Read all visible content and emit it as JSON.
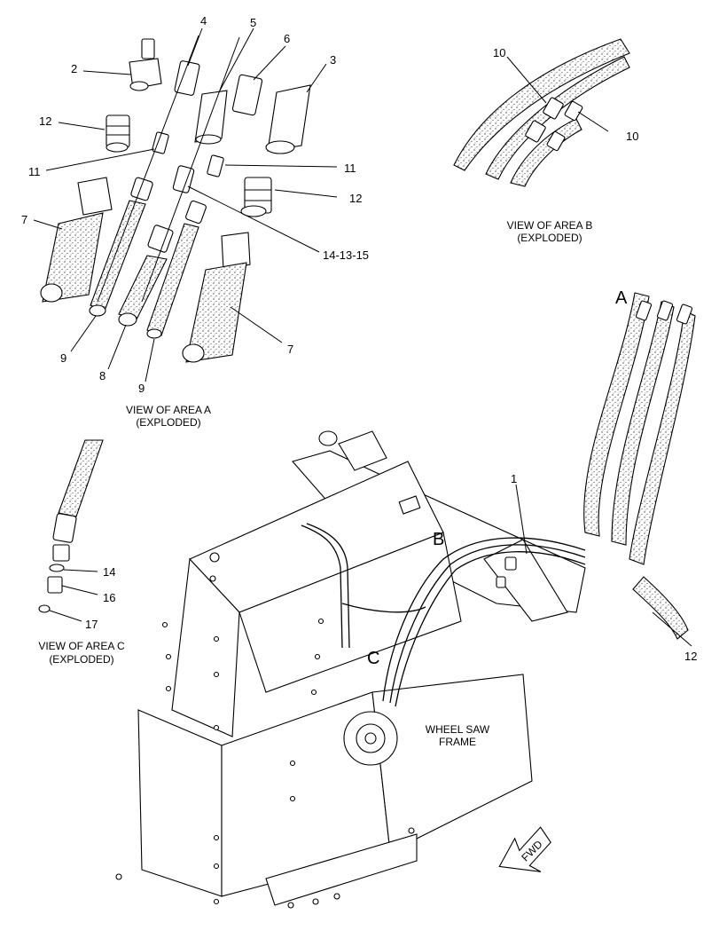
{
  "callouts": {
    "a2": "2",
    "a12a": "12",
    "a11a": "11",
    "a7a": "7",
    "a9a": "9",
    "a8": "8",
    "a9b": "9",
    "a4": "4",
    "a5": "5",
    "a6": "6",
    "a3": "3",
    "a11b": "11",
    "a12b": "12",
    "a141315": "14-13-15",
    "a7b": "7",
    "b10a": "10",
    "b10b": "10",
    "c14": "14",
    "c16": "16",
    "c17": "17",
    "m1": "1",
    "m12": "12"
  },
  "captions": {
    "area_a_line1": "VIEW OF AREA A",
    "area_a_line2": "(EXPLODED)",
    "area_b_line1": "VIEW OF AREA B",
    "area_b_line2": "(EXPLODED)",
    "area_c_line1": "VIEW OF AREA C",
    "area_c_line2": "(EXPLODED)"
  },
  "area_letters": {
    "a": "A",
    "b": "B",
    "c": "C"
  },
  "frame_label": {
    "line1": "WHEEL SAW",
    "line2": "FRAME"
  },
  "fwd_label": "FWD"
}
